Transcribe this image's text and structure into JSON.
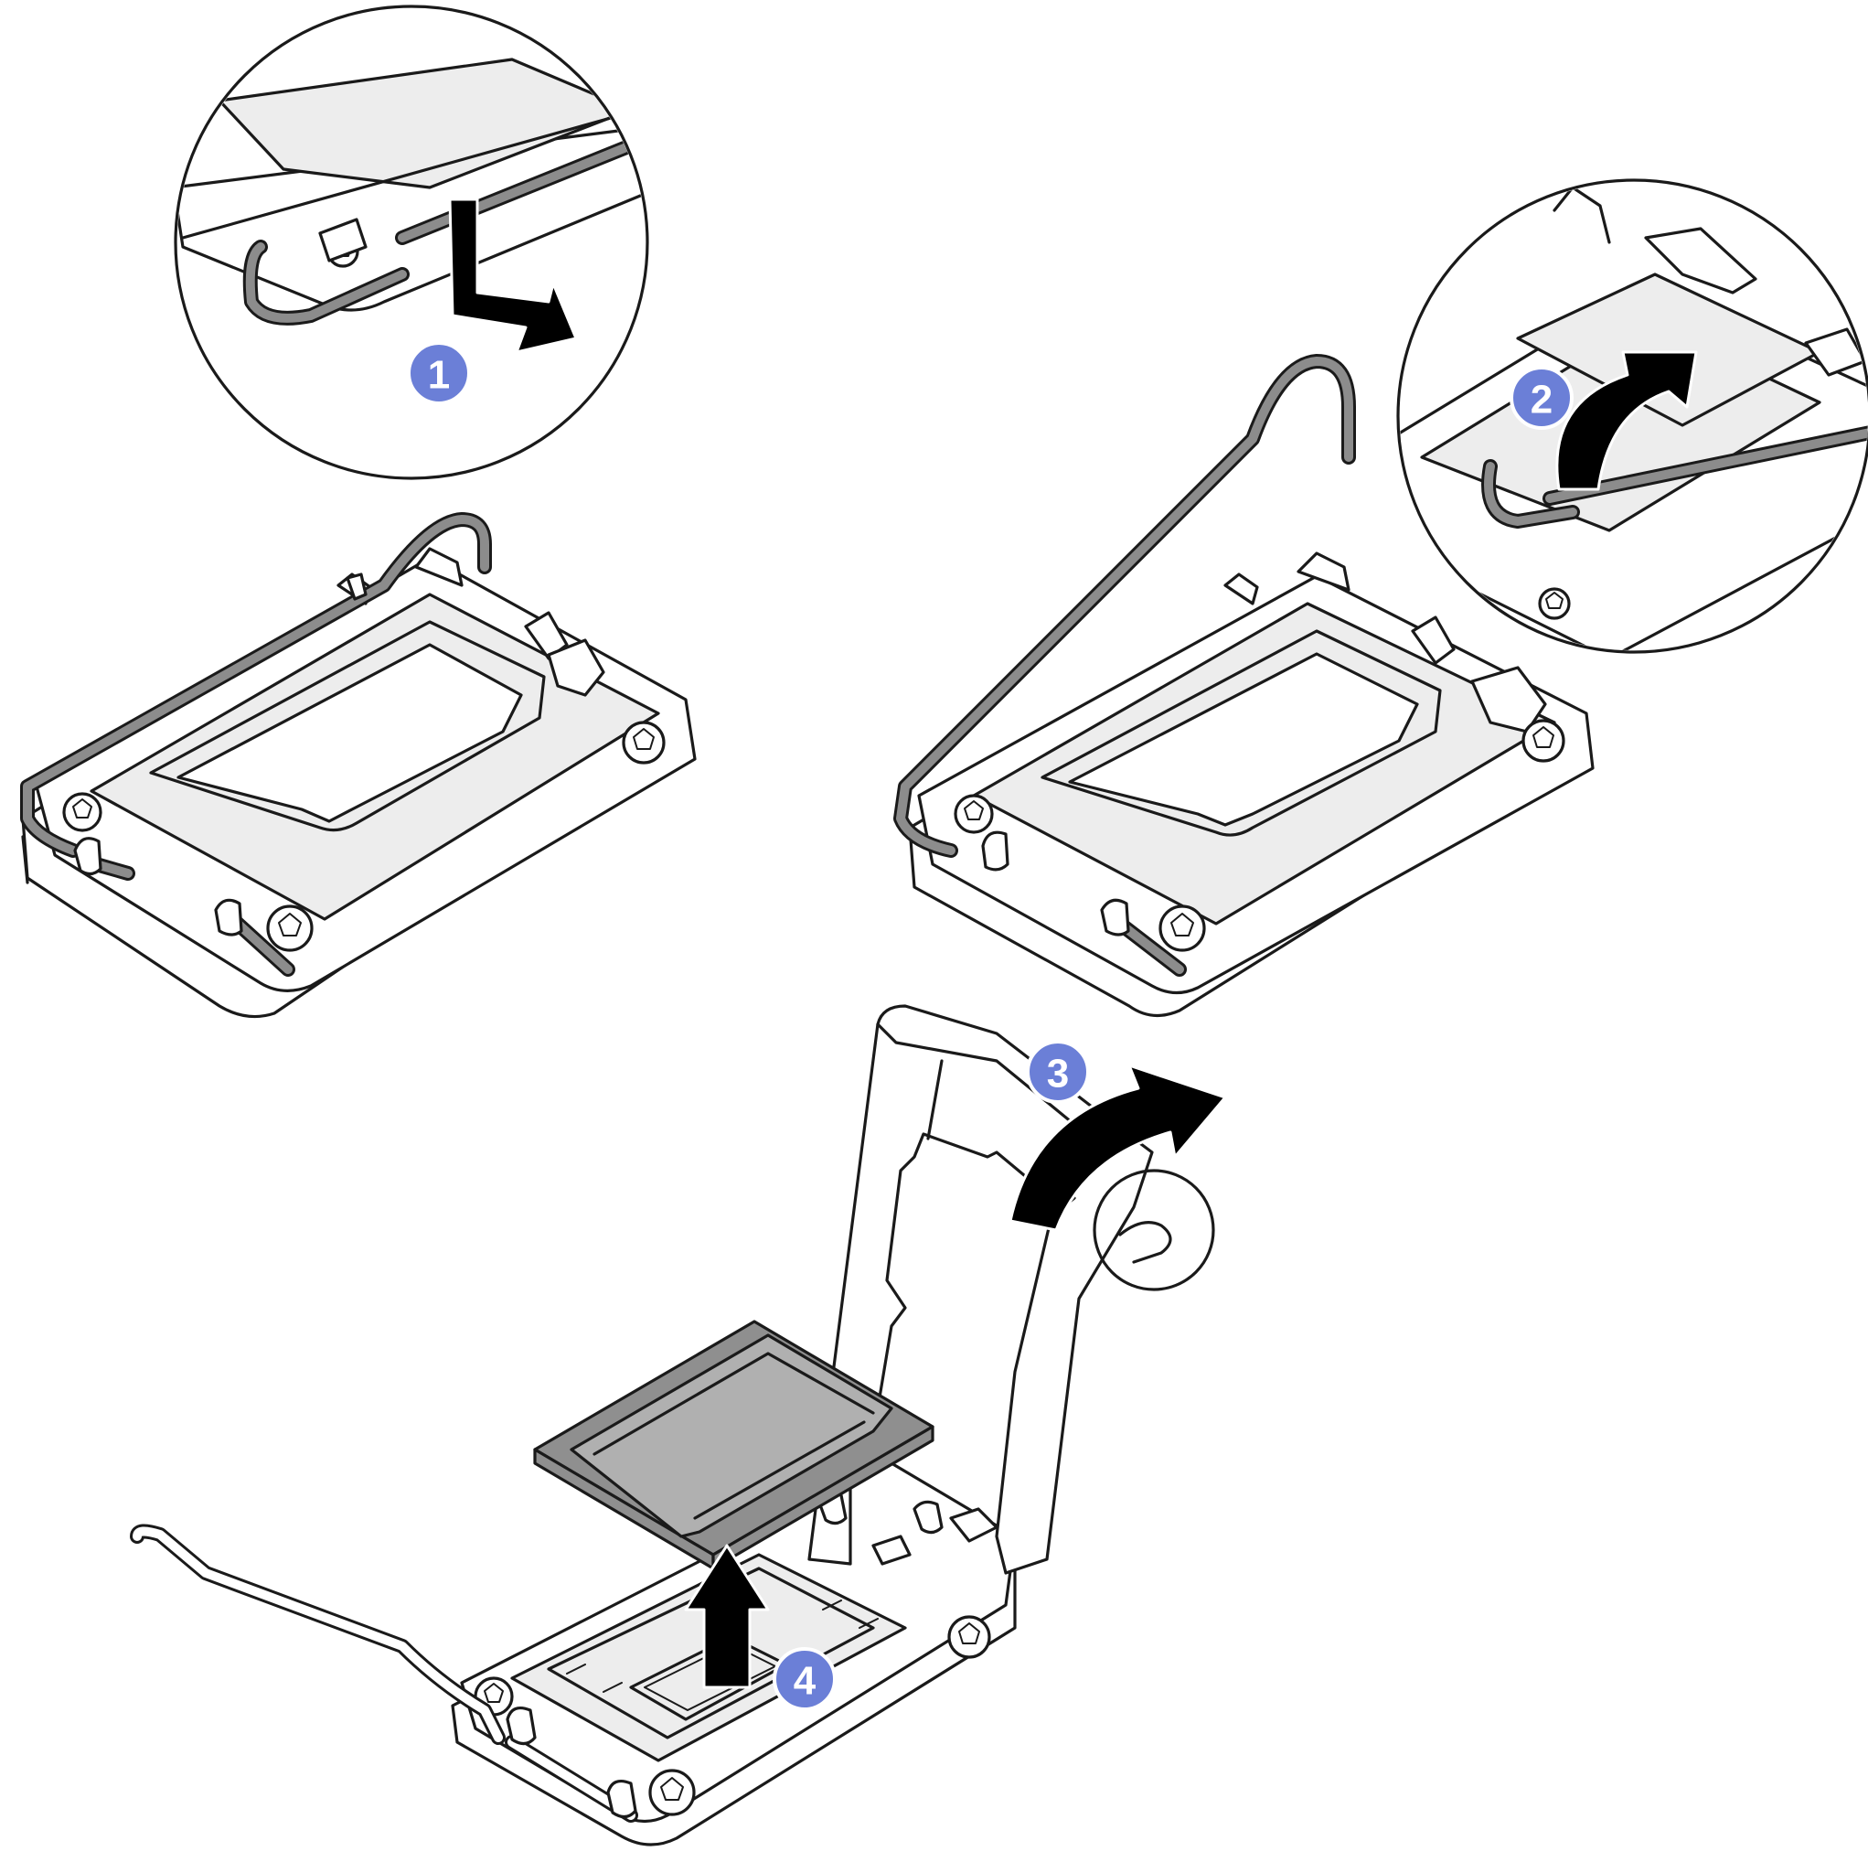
{
  "steps": [
    {
      "number": "1"
    },
    {
      "number": "2"
    },
    {
      "number": "3"
    },
    {
      "number": "4"
    }
  ],
  "colors": {
    "callout": "#6b7fd7",
    "lever": "#8c8c8c",
    "processor": "#b0b0b0",
    "outline": "#1a1a1a"
  },
  "icons": {
    "step1_arrow": "push-down-arrow-icon",
    "step2_arrow": "rotate-up-arrow-icon",
    "step3_arrow": "rotate-open-arrow-icon",
    "step4_arrow": "lift-up-arrow-icon"
  }
}
